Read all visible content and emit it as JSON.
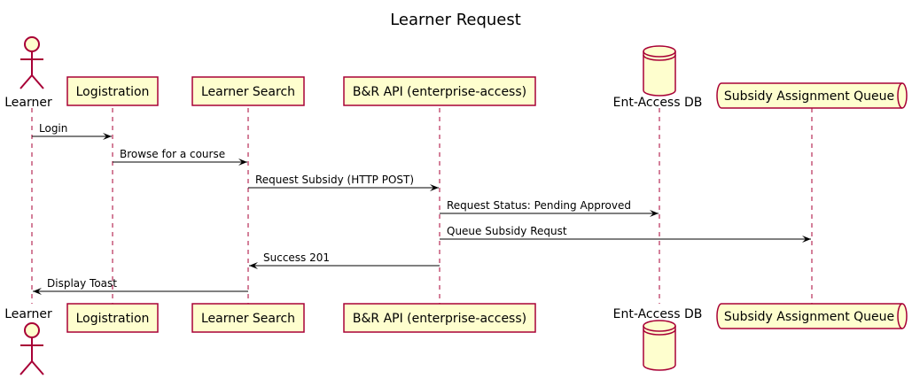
{
  "diagram": {
    "title": "Learner Request",
    "participants": [
      {
        "id": "learner",
        "label": "Learner",
        "kind": "actor"
      },
      {
        "id": "logistration",
        "label": "Logistration",
        "kind": "participant"
      },
      {
        "id": "learner_search",
        "label": "Learner Search",
        "kind": "participant"
      },
      {
        "id": "br_api",
        "label": "B&R API (enterprise-access)",
        "kind": "participant"
      },
      {
        "id": "ent_access_db",
        "label": "Ent-Access DB",
        "kind": "database"
      },
      {
        "id": "subsidy_queue",
        "label": "Subsidy Assignment Queue",
        "kind": "queue"
      }
    ],
    "messages": [
      {
        "from": "learner",
        "to": "logistration",
        "label": "Login"
      },
      {
        "from": "logistration",
        "to": "learner_search",
        "label": "Browse for a course"
      },
      {
        "from": "learner_search",
        "to": "br_api",
        "label": "Request Subsidy (HTTP POST)"
      },
      {
        "from": "br_api",
        "to": "ent_access_db",
        "label": "Request Status: Pending Approved"
      },
      {
        "from": "br_api",
        "to": "subsidy_queue",
        "label": "Queue Subsidy Requst"
      },
      {
        "from": "br_api",
        "to": "learner_search",
        "label": "Success 201"
      },
      {
        "from": "learner_search",
        "to": "learner",
        "label": "Display Toast"
      }
    ],
    "colors": {
      "participant_fill": "#FEFECE",
      "participant_border": "#A80036",
      "arrow": "#000000"
    }
  }
}
